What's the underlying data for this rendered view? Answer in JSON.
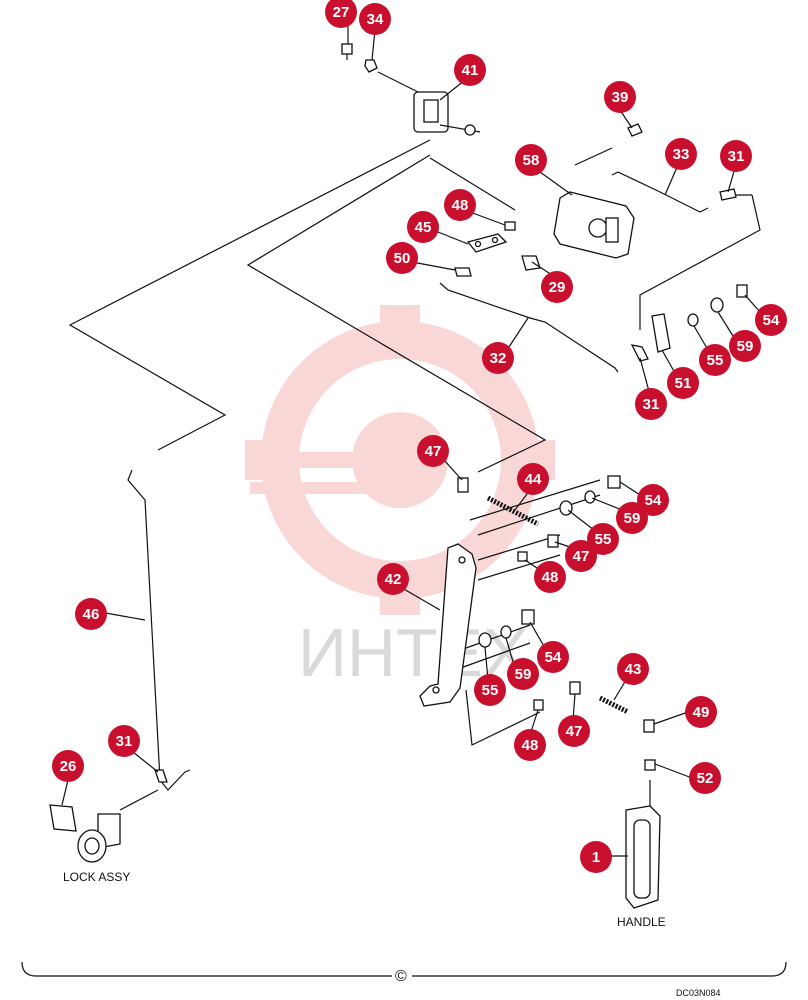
{
  "watermark": {
    "text": "ИНТЕХ",
    "color": "#f5b8b8"
  },
  "callout_color": "#c8102e",
  "labels": {
    "lock_assy": "LOCK ASSY",
    "handle": "HANDLE",
    "copyright": "©",
    "drawing_code": "DC03N084"
  },
  "callouts": [
    {
      "num": "27"
    },
    {
      "num": "34"
    },
    {
      "num": "41"
    },
    {
      "num": "39"
    },
    {
      "num": "58"
    },
    {
      "num": "33"
    },
    {
      "num": "31"
    },
    {
      "num": "48"
    },
    {
      "num": "45"
    },
    {
      "num": "50"
    },
    {
      "num": "29"
    },
    {
      "num": "54"
    },
    {
      "num": "59"
    },
    {
      "num": "55"
    },
    {
      "num": "32"
    },
    {
      "num": "51"
    },
    {
      "num": "31"
    },
    {
      "num": "47"
    },
    {
      "num": "44"
    },
    {
      "num": "54"
    },
    {
      "num": "59"
    },
    {
      "num": "55"
    },
    {
      "num": "47"
    },
    {
      "num": "48"
    },
    {
      "num": "42"
    },
    {
      "num": "46"
    },
    {
      "num": "54"
    },
    {
      "num": "59"
    },
    {
      "num": "55"
    },
    {
      "num": "43"
    },
    {
      "num": "47"
    },
    {
      "num": "49"
    },
    {
      "num": "48"
    },
    {
      "num": "52"
    },
    {
      "num": "31"
    },
    {
      "num": "26"
    },
    {
      "num": "1"
    }
  ]
}
